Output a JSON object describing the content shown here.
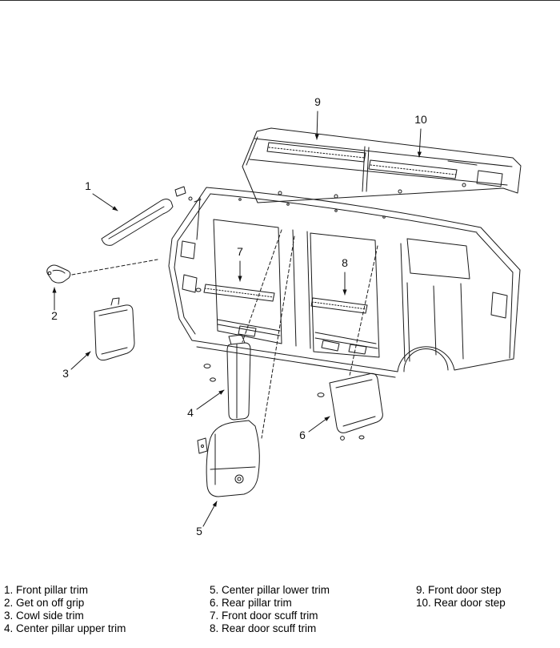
{
  "page": {
    "background_color": "#ffffff",
    "line_color": "#1a1a1a"
  },
  "figure": {
    "callouts": [
      {
        "num": "1"
      },
      {
        "num": "2"
      },
      {
        "num": "3"
      },
      {
        "num": "4"
      },
      {
        "num": "5"
      },
      {
        "num": "6"
      },
      {
        "num": "7"
      },
      {
        "num": "8"
      },
      {
        "num": "9"
      },
      {
        "num": "10"
      }
    ]
  },
  "legend": {
    "col1": [
      "1. Front pillar trim",
      "2. Get on off grip",
      "3. Cowl side trim",
      "4. Center pillar upper trim"
    ],
    "col2": [
      "5. Center pillar lower trim",
      "6. Rear pillar trim",
      "7. Front door scuff trim",
      "8. Rear door scuff trim"
    ],
    "col3": [
      "9. Front door step",
      "10. Rear door step"
    ]
  }
}
